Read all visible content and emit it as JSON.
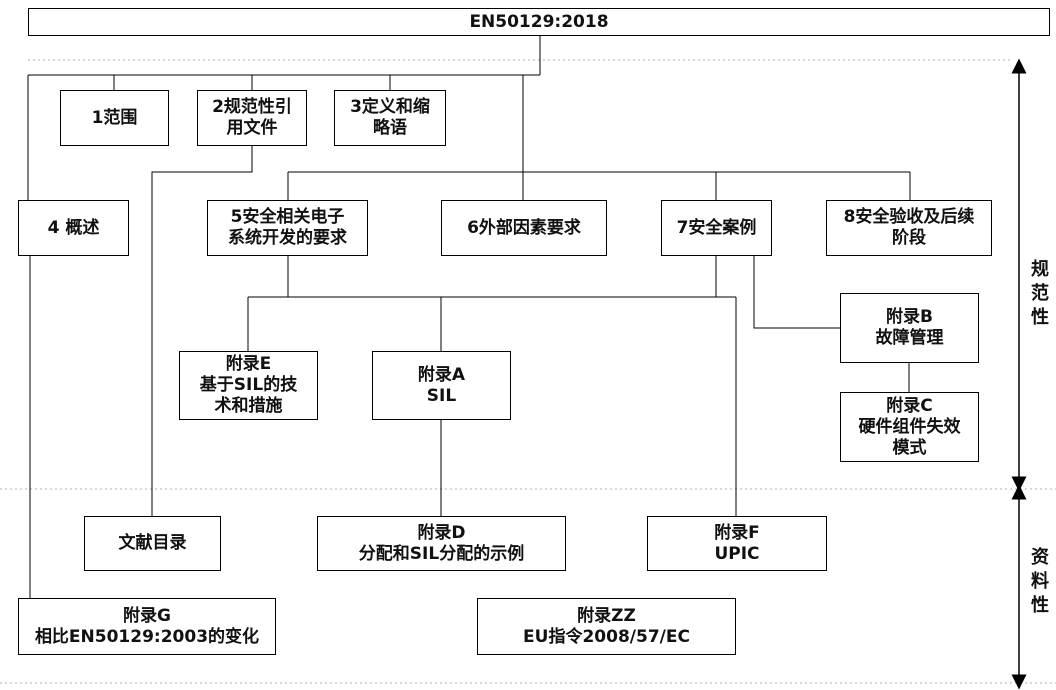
{
  "title": "EN50129:2018",
  "nodes": {
    "scope": [
      "1范围"
    ],
    "normative_refs": [
      "2规范性引",
      "用文件"
    ],
    "definitions": [
      "3定义和缩",
      "略语"
    ],
    "overview": [
      "4 概述"
    ],
    "requirements": [
      "5安全相关电子",
      "系统开发的要求"
    ],
    "external": [
      "6外部因素要求"
    ],
    "safety_case": [
      "7安全案例"
    ],
    "acceptance": [
      "8安全验收及后续",
      "阶段"
    ],
    "annex_b": [
      "附录B",
      "故障管理"
    ],
    "annex_c": [
      "附录C",
      "硬件组件失效",
      "模式"
    ],
    "annex_e": [
      "附录E",
      "基于SIL的技",
      "术和措施"
    ],
    "annex_a": [
      "附录A",
      "SIL"
    ],
    "bibliography": [
      "文献目录"
    ],
    "annex_d": [
      "附录D",
      "分配和SIL分配的示例"
    ],
    "annex_f": [
      "附录F",
      "UPIC"
    ],
    "annex_g": [
      "附录G",
      "相比EN50129:2003的变化"
    ],
    "annex_zz": [
      "附录ZZ",
      "EU指令2008/57/EC"
    ]
  },
  "side_labels": {
    "normative": [
      "规",
      "范",
      "性"
    ],
    "informative": [
      "资",
      "料",
      "性"
    ]
  },
  "colors": {
    "line": "#000000",
    "divider": "#b0b0b0",
    "text": "#111111"
  }
}
